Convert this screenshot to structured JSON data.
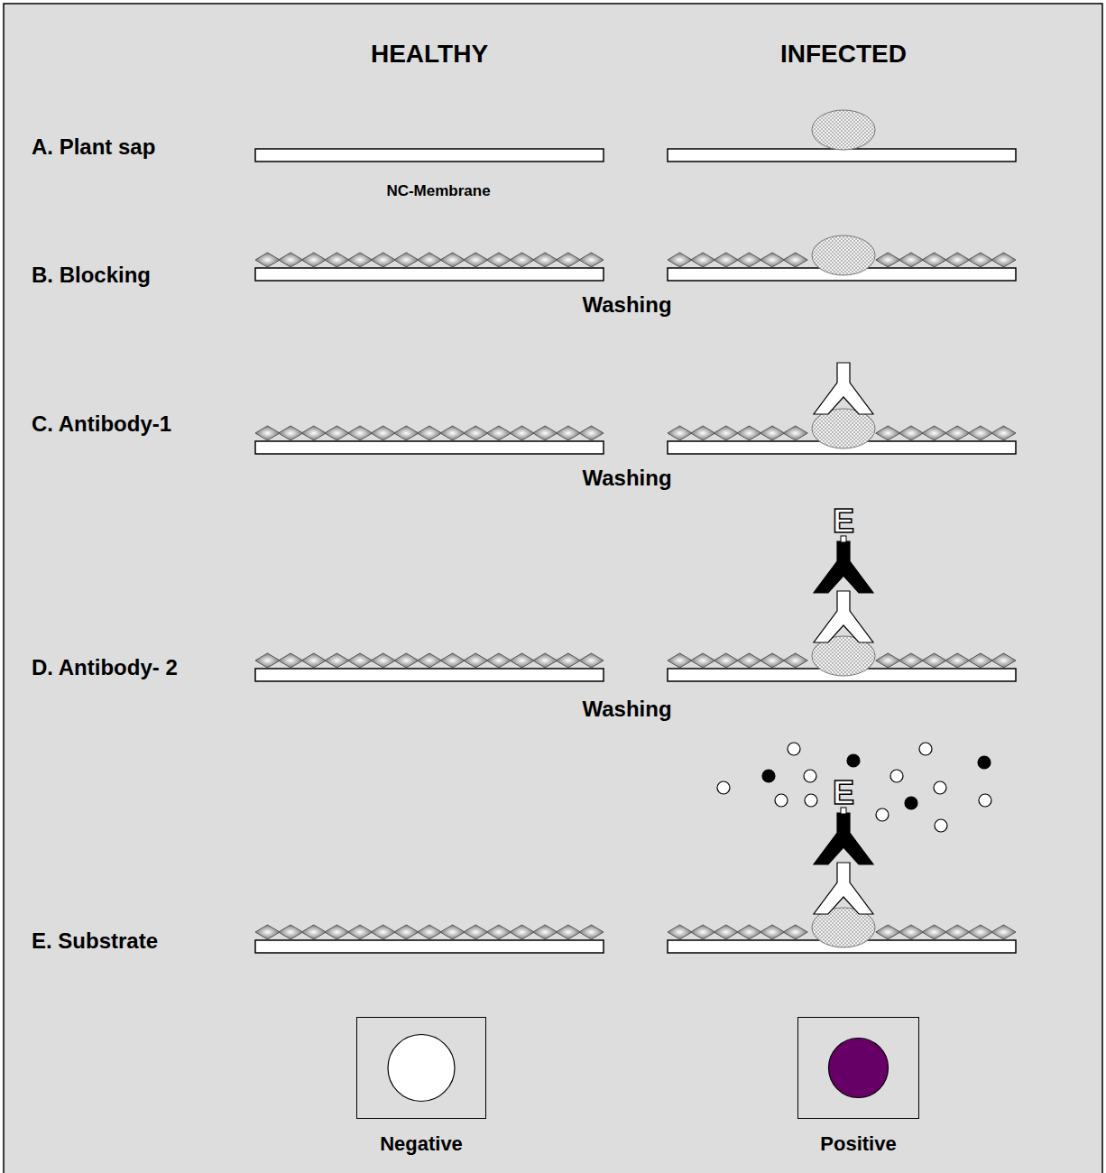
{
  "diagram": {
    "nodes": [
      {
        "text": [
          "Negative"
        ]
      },
      {
        "text": [
          "Positive"
        ]
      }
    ],
    "labels": [
      "HEALTHY",
      "INFECTED",
      "A. Plant sap",
      "NC-Membrane",
      "B. Blocking",
      "Washing",
      "C. Antibody-1",
      "Washing",
      "E",
      "D. Antibody- 2",
      "Washing",
      "E",
      "E. Substrate"
    ]
  }
}
